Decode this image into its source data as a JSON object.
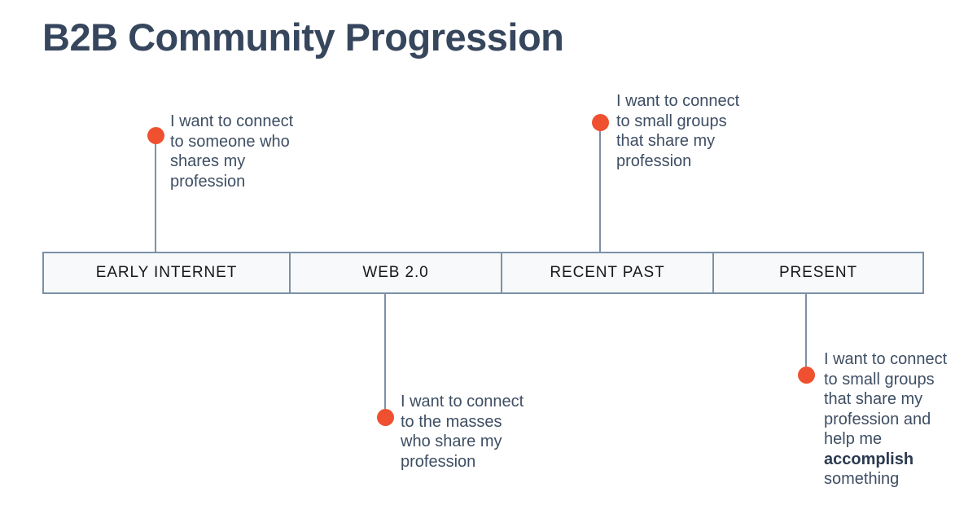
{
  "title": "B2B Community Progression",
  "colors": {
    "title": "#36465C",
    "dot": "#EF5130",
    "line": "#7C90A8",
    "cell_border": "#7C90A8",
    "cell_fill": "#F7F9FB",
    "body_text": "#3E4E63",
    "cell_label": "#171717",
    "background": "#FFFFFF"
  },
  "timeline": {
    "cells": [
      {
        "label": "EARLY INTERNET"
      },
      {
        "label": "WEB 2.0"
      },
      {
        "label": "RECENT PAST"
      },
      {
        "label": "PRESENT"
      }
    ]
  },
  "callouts": [
    {
      "stage": "EARLY INTERNET",
      "position": "above",
      "lines": [
        "I want to connect",
        "to someone who",
        "shares my",
        "profession"
      ],
      "bold_word": ""
    },
    {
      "stage": "WEB 2.0",
      "position": "below",
      "lines": [
        "I want to connect",
        "to the masses",
        "who share my",
        "profession"
      ],
      "bold_word": ""
    },
    {
      "stage": "RECENT PAST",
      "position": "above",
      "lines": [
        "I want to connect",
        "to small groups",
        "that share my",
        "profession"
      ],
      "bold_word": ""
    },
    {
      "stage": "PRESENT",
      "position": "below",
      "lines": [
        "I want to connect",
        "to small groups",
        "that share my",
        "profession and",
        "help me",
        "accomplish",
        "something"
      ],
      "bold_word": "accomplish"
    }
  ]
}
